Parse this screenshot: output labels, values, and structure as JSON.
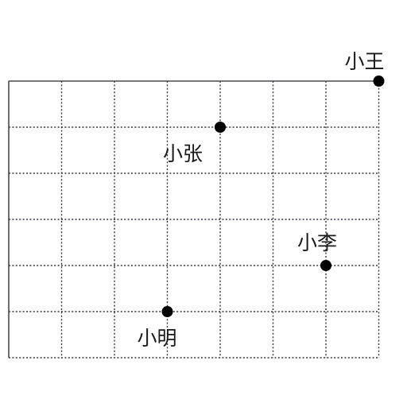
{
  "grid": {
    "columns": 7,
    "rows": 6,
    "line_style": "dotted",
    "line_color": "#3a3040"
  },
  "points": [
    {
      "id": "xiao-wang",
      "label": "小王",
      "col": 7,
      "row": 0
    },
    {
      "id": "xiao-zhang",
      "label": "小张",
      "col": 4,
      "row": 1
    },
    {
      "id": "xiao-li",
      "label": "小李",
      "col": 6,
      "row": 4
    },
    {
      "id": "xiao-ming",
      "label": "小明",
      "col": 3,
      "row": 5
    }
  ]
}
